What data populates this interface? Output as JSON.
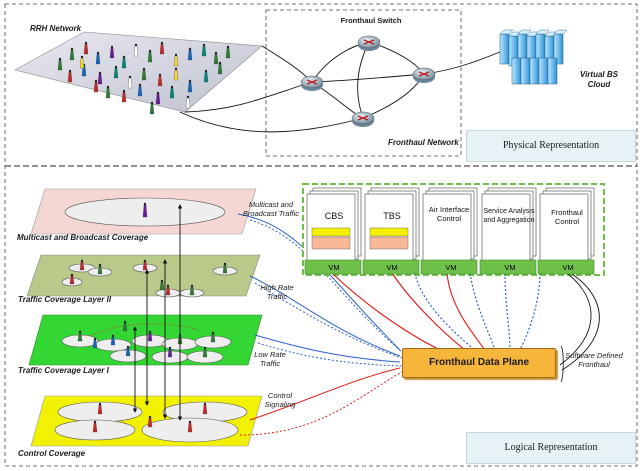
{
  "physical": {
    "rrh_network_label": "RRH Network",
    "fronthaul_switch_label": "Fronthaul Switch",
    "fronthaul_network_label": "Fronthaul Network",
    "virtual_bs_cloud_label": "Virtual BS Cloud",
    "panel_title": "Physical Representation"
  },
  "logical": {
    "panel_title": "Logical Representation",
    "layers": [
      {
        "label": "Multicast and Broadcast Coverage",
        "color": "#f4d7d3"
      },
      {
        "label": "Traffic Coverage Layer II",
        "color": "#b9c98a"
      },
      {
        "label": "Traffic Coverage Layer I",
        "color": "#33d633"
      },
      {
        "label": "Control Coverage",
        "color": "#f2f200"
      }
    ],
    "traffic_labels": [
      "Multicast and Broadcast Traffic",
      "High Rate Traffic",
      "Low Rate Traffic",
      "Control Signaling"
    ],
    "vms": [
      {
        "name": "CBS",
        "foot": "VM"
      },
      {
        "name": "TBS",
        "foot": "VM"
      },
      {
        "name": "Air Interface Control",
        "foot": "VM"
      },
      {
        "name": "Service Analysis and Aggregation",
        "foot": "VM"
      },
      {
        "name": "Fronthaul Control",
        "foot": "VM"
      }
    ],
    "fronthaul_data_plane": "Fronthaul Data Plane",
    "software_defined_fronthaul": "Software Defined Fronthaul"
  },
  "colors": {
    "multicast_line": "#3060c8",
    "high_rate_line": "#3060c8",
    "low_rate_line": "#3060c8",
    "control_line": "#e02020",
    "vm_red_link": "#e02020",
    "vm_blue_dotted": "#3060c8",
    "vm_frame": "#6fc04a",
    "fdp_fill": "#f6b53b"
  }
}
